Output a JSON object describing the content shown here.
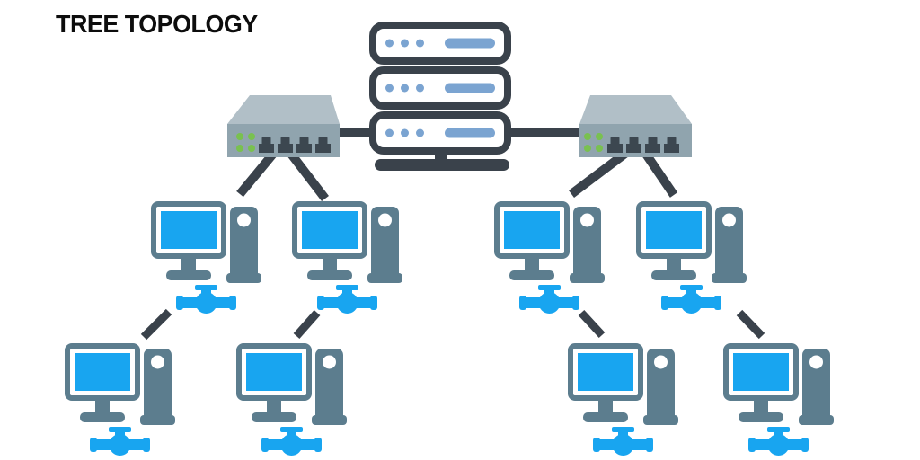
{
  "title": "TREE TOPOLOGY",
  "diagram": {
    "type": "network-topology-diagram",
    "topology": "tree",
    "nodes": [
      {
        "id": "central-server",
        "kind": "server-rack",
        "tier": 0
      },
      {
        "id": "switch-left",
        "kind": "network-switch",
        "tier": 1
      },
      {
        "id": "switch-right",
        "kind": "network-switch",
        "tier": 1
      },
      {
        "id": "workstation-1",
        "kind": "desktop-computer",
        "tier": 2
      },
      {
        "id": "workstation-2",
        "kind": "desktop-computer",
        "tier": 2
      },
      {
        "id": "workstation-3",
        "kind": "desktop-computer",
        "tier": 2
      },
      {
        "id": "workstation-4",
        "kind": "desktop-computer",
        "tier": 2
      },
      {
        "id": "workstation-5",
        "kind": "desktop-computer",
        "tier": 3
      },
      {
        "id": "workstation-6",
        "kind": "desktop-computer",
        "tier": 3
      },
      {
        "id": "workstation-7",
        "kind": "desktop-computer",
        "tier": 3
      },
      {
        "id": "workstation-8",
        "kind": "desktop-computer",
        "tier": 3
      }
    ],
    "connections": [
      {
        "from": "central-server",
        "to": "switch-left",
        "style": "solid"
      },
      {
        "from": "central-server",
        "to": "switch-right",
        "style": "solid"
      },
      {
        "from": "switch-left",
        "to": "workstation-1",
        "style": "solid"
      },
      {
        "from": "switch-left",
        "to": "workstation-2",
        "style": "solid"
      },
      {
        "from": "switch-right",
        "to": "workstation-3",
        "style": "solid"
      },
      {
        "from": "switch-right",
        "to": "workstation-4",
        "style": "solid"
      },
      {
        "from": "workstation-1",
        "to": "workstation-5",
        "style": "dashed"
      },
      {
        "from": "workstation-2",
        "to": "workstation-6",
        "style": "dashed"
      },
      {
        "from": "workstation-3",
        "to": "workstation-7",
        "style": "dashed"
      },
      {
        "from": "workstation-4",
        "to": "workstation-8",
        "style": "dashed"
      }
    ]
  },
  "colors": {
    "background": "#ffffff",
    "line_dark": "#3a424b",
    "server_accent_blue": "#7ba4d1",
    "switch_top": "#b1bfc7",
    "switch_front": "#90a4ae",
    "switch_port": "#3c4750",
    "led_green": "#79c14f",
    "computer_slate": "#5c7d8e",
    "screen_blue": "#18a5f0",
    "title_color": "#0d0d0d"
  }
}
